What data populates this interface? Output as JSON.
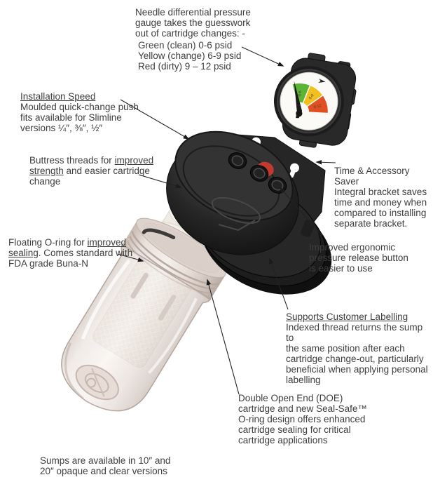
{
  "annotations": {
    "gauge_note": {
      "intro": "Needle differential pressure\ngauge takes the guesswork\nout of cartridge changes: -",
      "zones": "Green (clean) 0-6 psid\nYellow (change) 6-9 psid\nRed (dirty) 9 – 12 psid"
    },
    "installation": {
      "heading": "Installation Speed",
      "body": "Moulded quick-change push\nfits available for Slimline\nversions ¼″, ⅜″, ½″"
    },
    "buttress": {
      "pre": "Buttress threads for ",
      "underlined": "improved strength",
      "post": " and easier cartridge change"
    },
    "time_saver": "Time & Accessory Saver\nIntegral bracket saves\ntime and money when\ncompared to installing\nseparate bracket.",
    "release_button": "Improved ergonomic\npressure release button\nis easier to use",
    "floating_oring": {
      "pre": "Floating O-ring for ",
      "underlined": "improved sealing",
      "post": ".  Comes standard with FDA grade Buna-N"
    },
    "labelling": {
      "heading": "Supports Customer Labelling",
      "body": "Indexed thread returns the sump to\nthe same position after each\ncartridge change-out, particularly\nbeneficial when applying personal\nlabelling"
    },
    "doe": "Double Open End (DOE)\ncartridge and new Seal-Safe™\nO-ring design offers enhanced\ncartridge sealing for critical\ncartridge applications",
    "sumps_note": "Sumps are available in 10″ and\n20″ opaque and clear versions"
  },
  "gauge": {
    "zone_labels": [
      "0-6",
      "6-9",
      "9-12"
    ],
    "colors": {
      "green": "#5cb434",
      "yellow": "#f2c01e",
      "red": "#e25022"
    }
  }
}
